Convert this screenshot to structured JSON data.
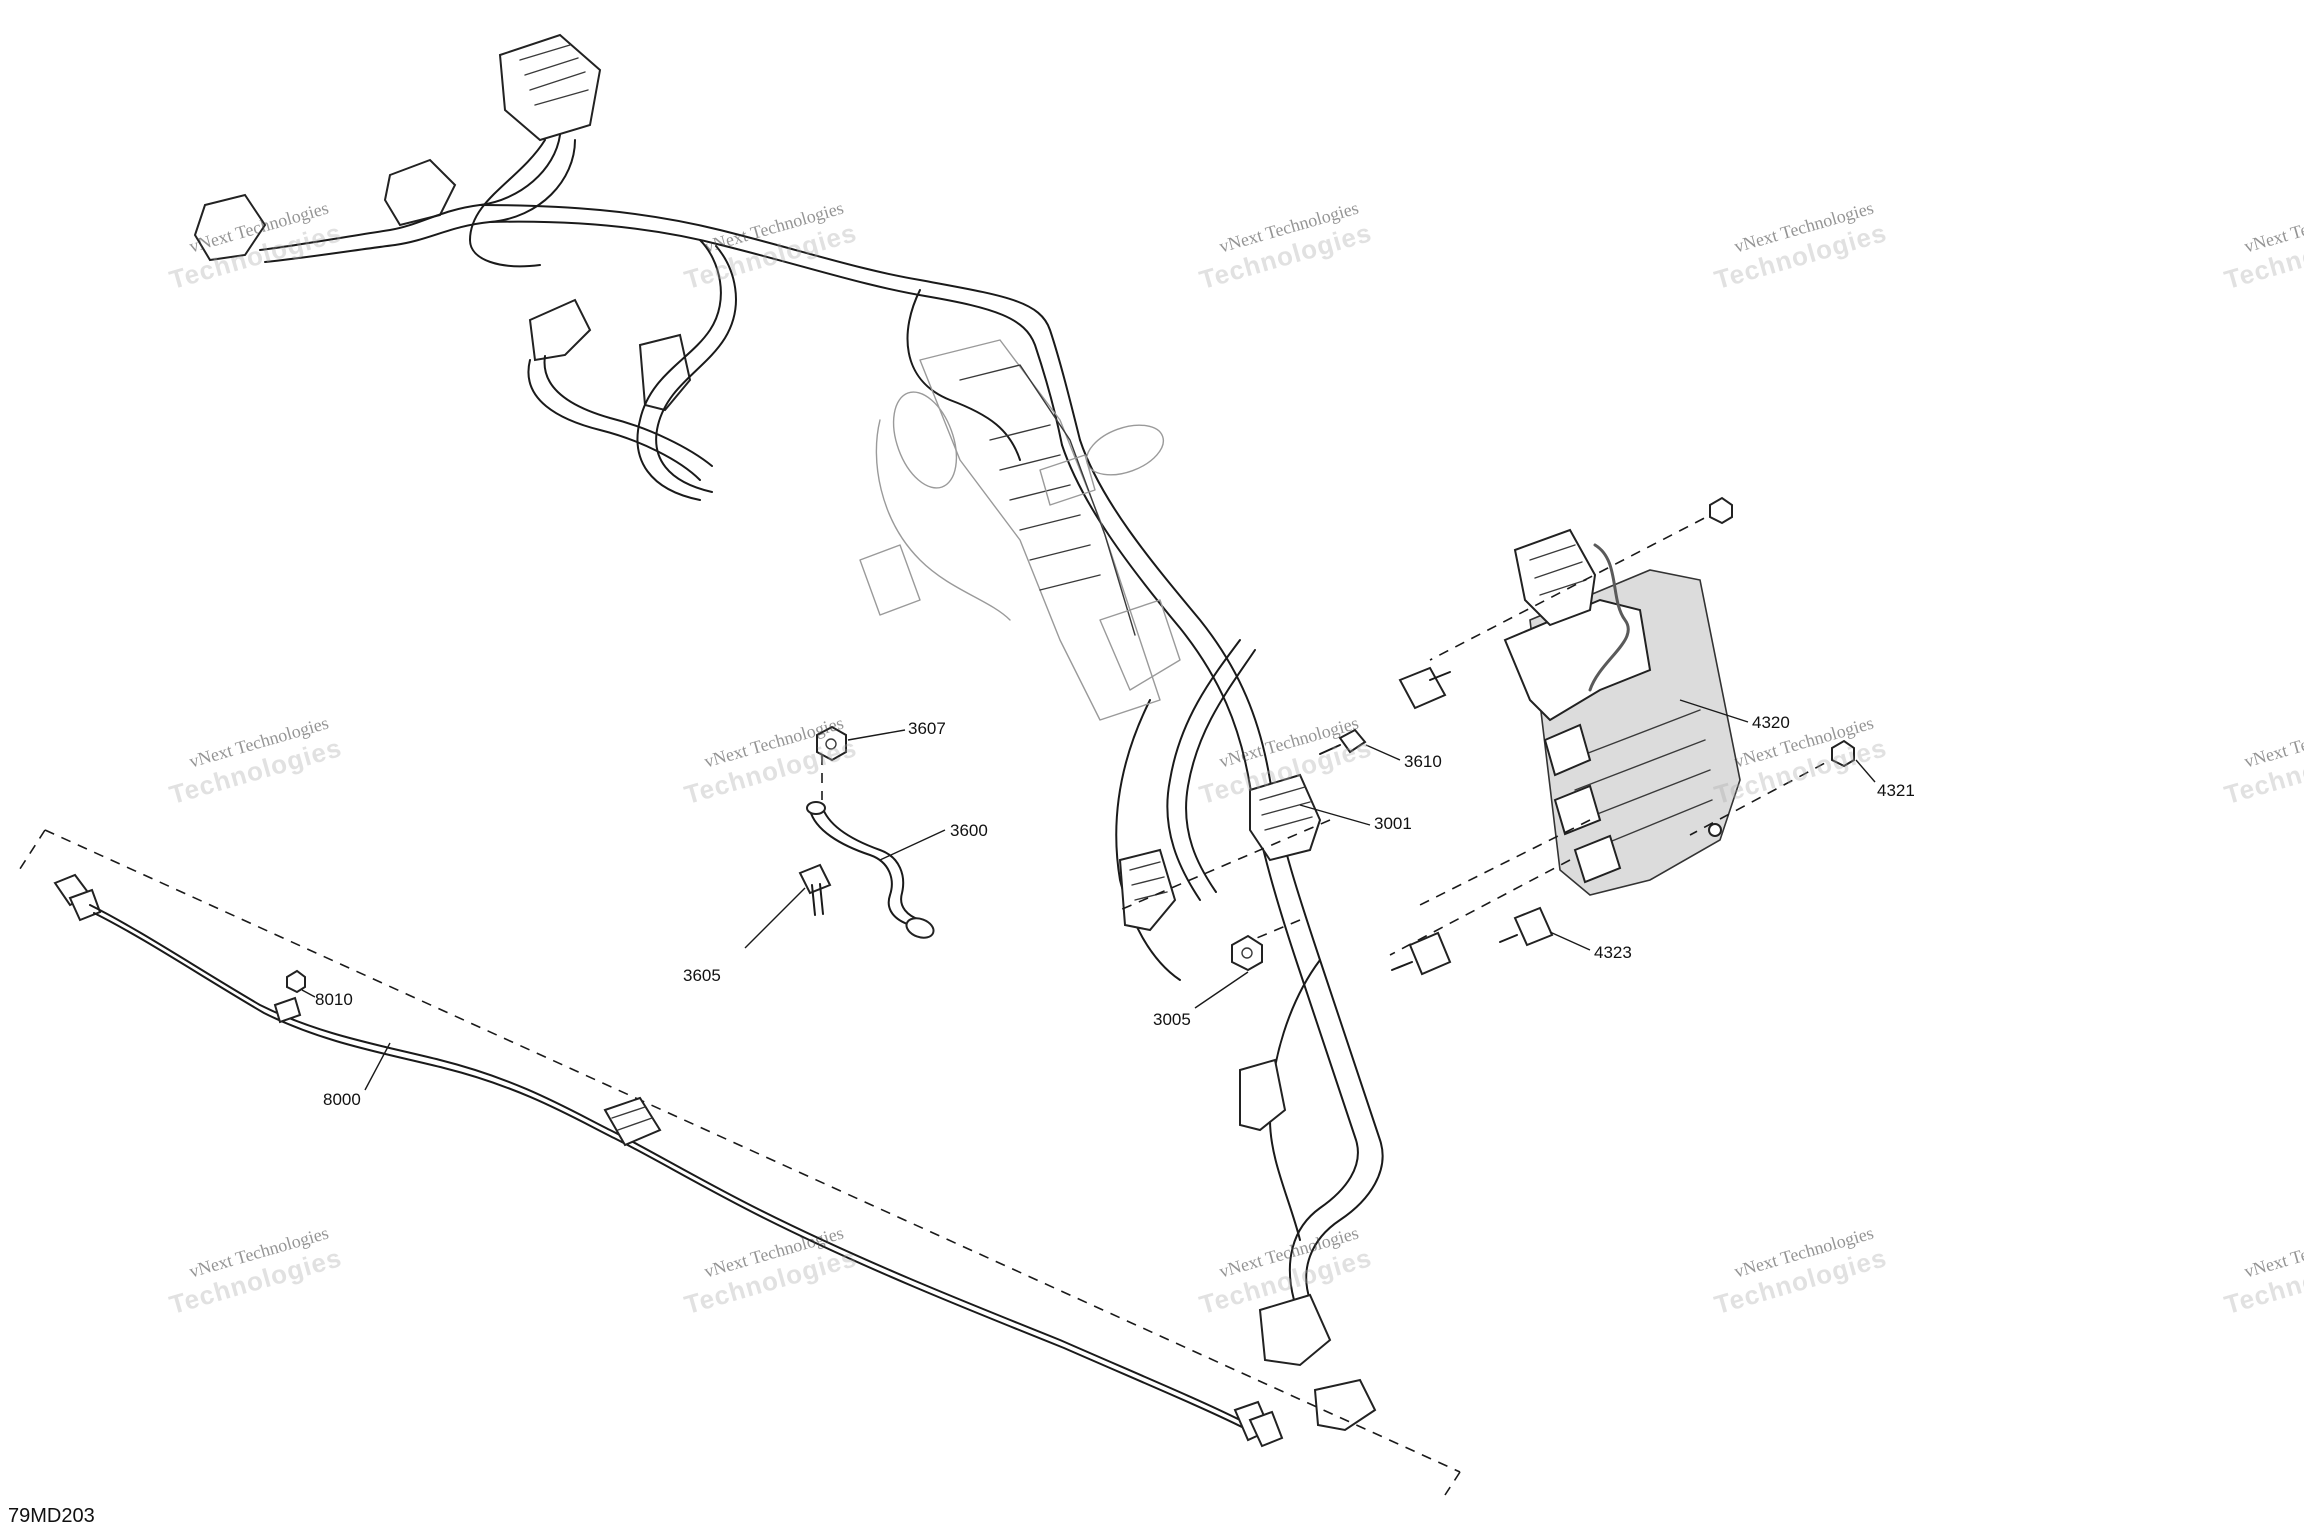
{
  "diagram_code": "79MD203",
  "callouts": [
    "3607",
    "3610",
    "4320",
    "4321",
    "3001",
    "3600",
    "3605",
    "3005",
    "4323",
    "8010",
    "8000"
  ],
  "watermark": {
    "line1": "vNext Technologies",
    "line2": "Technologies"
  }
}
